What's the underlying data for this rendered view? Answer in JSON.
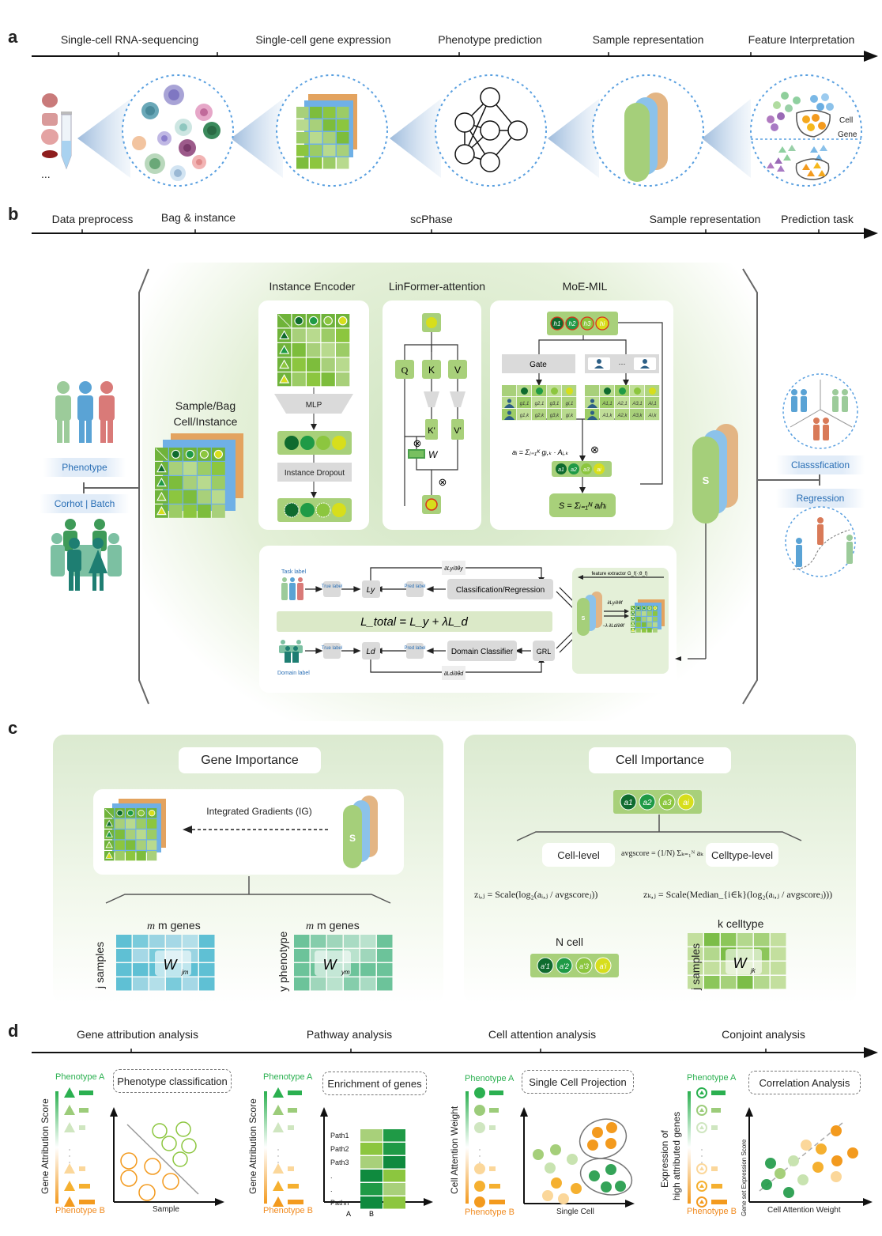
{
  "panel_a": {
    "letter": "a",
    "timeline": [
      "Single-cell RNA-sequencing",
      "Single-cell gene expression",
      "Phenotype prediction",
      "Sample representation",
      "Feature Interpretation"
    ],
    "ellipsis": "...",
    "feature_labels": {
      "cell": "Cell",
      "gene": "Gene"
    }
  },
  "panel_b": {
    "letter": "b",
    "timeline": [
      "Data preprocess",
      "Bag & instance",
      "scPhase",
      "Sample representation",
      "Prediction task"
    ],
    "left": {
      "phenotype": "Phenotype",
      "cohort": "Corhot | Batch",
      "sample_bag": "Sample/Bag",
      "cell_instance": "Cell/Instance"
    },
    "instance_encoder": {
      "title": "Instance Encoder",
      "mlp": "MLP",
      "dropout": "Instance Dropout"
    },
    "linformer": {
      "title": "LinFormer-attention",
      "q": "Q",
      "k": "K",
      "v": "V",
      "k_prime": "K'",
      "v_prime": "V'",
      "w": "W",
      "otimes": "⊗"
    },
    "moe_mil": {
      "title": "MoE-MIL",
      "h_labels": [
        "h1",
        "h2",
        "h3",
        "hi"
      ],
      "gate": "Gate",
      "expert_dots": "···",
      "gate_rows": [
        [
          "g1,1",
          "g2,1",
          "g3,1",
          "gi,1"
        ],
        [
          "g1,k",
          "g2,k",
          "g3,k",
          "gi,k"
        ]
      ],
      "attn_rows": [
        [
          "A1,1",
          "A2,1",
          "A3,1",
          "Ai,1"
        ],
        [
          "A1,k",
          "A2,k",
          "A3,k",
          "Ai,k"
        ]
      ],
      "a_formula": "aᵢ = Σⱼ₌₁ᴷ gᵢ,ₖ · Aᵢ,ₖ",
      "a_labels": [
        "a1",
        "a2",
        "a3",
        "ai"
      ],
      "s_formula": "S = Σᵢ₌₁ᴺ aᵢhᵢ",
      "otimes": "⊗"
    },
    "training": {
      "task_label": "Task label",
      "domain_label": "Domain label",
      "true_label": "True label",
      "pred_label": "Pred label",
      "ly": "Ly",
      "ld": "Ld",
      "cls_reg": "Classification/Regression",
      "domain_classifier": "Domain Classifier",
      "grl": "GRL",
      "total_loss": "L_total = L_y + λL_d",
      "grad_y_theta_y": "∂Ly/∂θy",
      "grad_d_theta_d": "∂Ld/∂θd",
      "feature_extractor": "feature extractor G_f(·;θ_f)",
      "grad_y_theta_f": "∂Ly/∂θf",
      "grad_d_theta_f": "−λ ∂Ld/∂θf",
      "s": "S"
    },
    "sample_s": "S",
    "right": {
      "classification": "Classsfication",
      "regression": "Regression"
    }
  },
  "panel_c": {
    "letter": "c",
    "gene": {
      "title": "Gene Importance",
      "ig": "Integrated Gradients (IG)",
      "s": "S",
      "m1": "m genes",
      "j_samples": "j samples",
      "w_jm": "W",
      "w_jm_sub": "jm",
      "m2": "m genes",
      "y_pheno": "y phenotype",
      "w_ym": "W",
      "w_ym_sub": "ym"
    },
    "cell": {
      "title": "Cell Importance",
      "a_labels": [
        "a1",
        "a2",
        "a3",
        "ai"
      ],
      "cell_level": "Cell-level",
      "celltype_level": "Celltype-level",
      "avgscore": "avgscore = (1/N) Σₖ₌₁ᴺ aₖ",
      "z_cell": "zᵢ,ⱼ = Scale(log₂(aᵢ,ⱼ / avgscoreⱼ))",
      "z_celltype": "zₖ,ⱼ = Scale(Median_{i∈k}(log₂(aᵢ,ⱼ / avgscoreⱼ)))",
      "n_cell": "N cell",
      "a_prime_labels": [
        "a'1",
        "a'2",
        "a'3",
        "a'i"
      ],
      "k_celltype": "k celltype",
      "j_samples": "j samples",
      "w_jk": "W",
      "w_jk_sub": "jk"
    }
  },
  "panel_d": {
    "letter": "d",
    "timeline": [
      "Gene attribution analysis",
      "Pathway analysis",
      "Cell attention analysis",
      "Conjoint analysis"
    ],
    "pheno_a": "Phenotype A",
    "pheno_b": "Phenotype B",
    "d1": {
      "ylabel": "Gene Attribution Score",
      "box": "Phenotype classification",
      "xlabel": "Sample"
    },
    "d2": {
      "ylabel": "Gene Attribution Score",
      "box": "Enrichment of genes",
      "paths": [
        "Path1",
        "Path2",
        "Path3",
        ".",
        ".",
        "Pathn"
      ],
      "cols": [
        "A",
        "B"
      ]
    },
    "d3": {
      "ylabel": "Cell Attention Weight",
      "box": "Single Cell Projection",
      "xlabel": "Single Cell"
    },
    "d4": {
      "ylabel1": "Expression of",
      "ylabel2": "high attributed genes",
      "box": "Correlation Analysis",
      "yaxis": "Gene set Expression Score",
      "xlabel": "Cell Attention Weight"
    }
  },
  "colors": {
    "green_dark": "#0f6b2e",
    "green": "#1f9a46",
    "green_light": "#8cc63f",
    "yellow": "#d7de1c",
    "panel_green": "#a8d07a",
    "orange": "#f39a1e",
    "blue": "#8cc2ea",
    "tan": "#e3b584",
    "label_blue": "#2a6fb5"
  }
}
